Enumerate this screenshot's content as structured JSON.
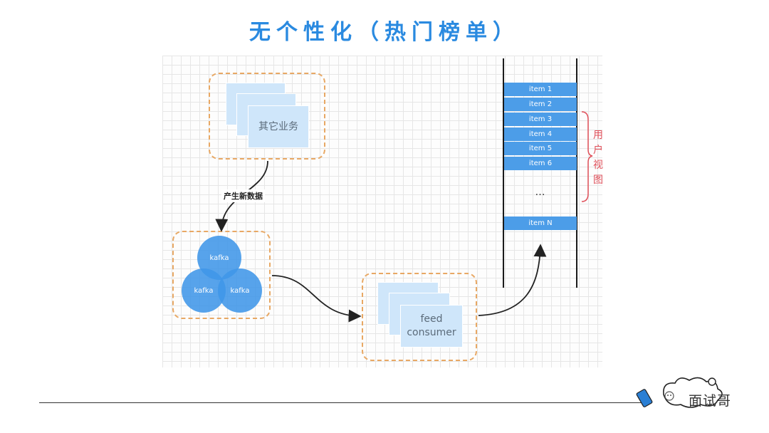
{
  "title": "无个性化（热门榜单）",
  "nodes": {
    "other_business": "其它业务",
    "kafka_1": "kafka",
    "kafka_2": "kafka",
    "kafka_3": "kafka",
    "feed_consumer_line1": "feed",
    "feed_consumer_line2": "consumer"
  },
  "edge_label": "产生新数据",
  "list": {
    "items": [
      "item 1",
      "item 2",
      "item 3",
      "item 4",
      "item 5",
      "item 6"
    ],
    "ellipsis": "…",
    "last": "item N"
  },
  "user_view": [
    "用",
    "户",
    "视",
    "图"
  ],
  "watermark": "面试哥",
  "colors": {
    "title": "#2a8ae0",
    "accent_blue": "#4c9de8",
    "dashed_border": "#e8a864",
    "doc_fill": "#cfe6fa",
    "brace_red": "#e0505a"
  }
}
